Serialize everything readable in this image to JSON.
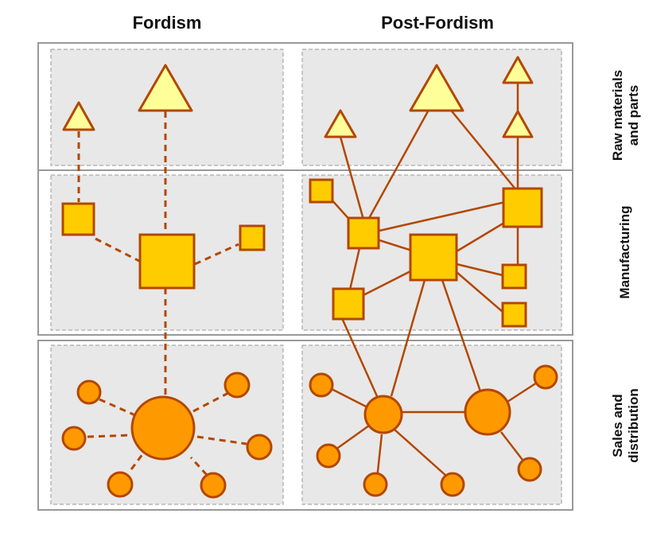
{
  "columns": {
    "fordism": "Fordism",
    "post_fordism": "Post-Fordism"
  },
  "rows": {
    "raw": "Raw materials\nand parts",
    "manufacturing": "Manufacturing",
    "sales": "Sales and\ndistribution"
  },
  "colors": {
    "triangle_fill": "#ffff99",
    "square_fill": "#ffcc00",
    "circle_fill": "#ff9900",
    "stroke": "#b34700",
    "panel_fill": "#e8e8e8",
    "panel_border": "#999999"
  }
}
